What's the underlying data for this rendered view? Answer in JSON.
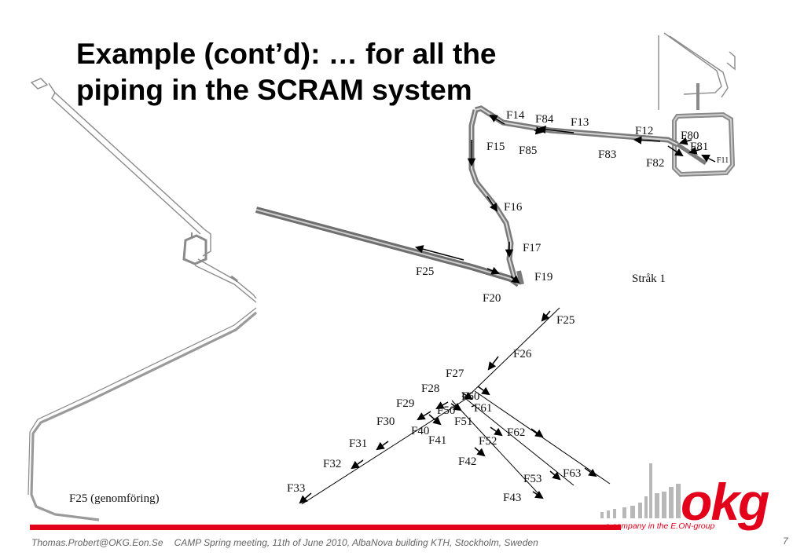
{
  "slide": {
    "title_line1": "Example (cont’d): … for all the",
    "title_line2": "piping in the SCRAM system"
  },
  "labels": {
    "F14": "F14",
    "F84": "F84",
    "F13": "F13",
    "F12": "F12",
    "F80": "F80",
    "F81": "F81",
    "F11": "F11",
    "F15": "F15",
    "F85": "F85",
    "F83": "F83",
    "F82": "F82",
    "F16": "F16",
    "F17": "F17",
    "F25_top": "F25",
    "F19": "F19",
    "F20": "F20",
    "strak": "Stråk 1",
    "F25_right": "F25",
    "F26": "F26",
    "F27": "F27",
    "F28": "F28",
    "F60": "F60",
    "F29": "F29",
    "F50": "F50",
    "F61": "F61",
    "F30": "F30",
    "F51": "F51",
    "F40": "F40",
    "F41": "F41",
    "F62": "F62",
    "F52": "F52",
    "F31": "F31",
    "F42": "F42",
    "F32": "F32",
    "F53": "F53",
    "F63": "F63",
    "F33": "F33",
    "F43": "F43",
    "F25_genom": "F25 (genomföring)"
  },
  "footer": {
    "email": "Thomas.Probert@OKG.Eon.Se",
    "event": "CAMP Spring meeting, 11th of June 2010, AlbaNova building KTH, Stockholm, Sweden",
    "page": "7"
  },
  "logo": {
    "word": "okg",
    "tagline": "- a company in the E.ON-group"
  },
  "colors": {
    "accent_red": "#e2001a",
    "pipe_gray": "#8a8a8a",
    "text": "#000000",
    "footer_text": "#666666"
  }
}
